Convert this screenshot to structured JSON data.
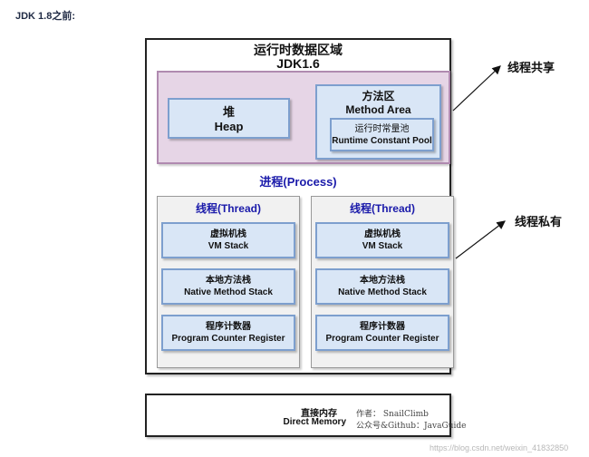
{
  "heading": "JDK 1.8之前:",
  "runtime_area": {
    "title": "运行时数据区域",
    "version": "JDK1.6"
  },
  "shared": {
    "heap": {
      "zh": "堆",
      "en": "Heap"
    },
    "method_area": {
      "zh": "方法区",
      "en": "Method Area"
    },
    "constant_pool": {
      "zh": "运行时常量池",
      "en": "Runtime Constant Pool"
    }
  },
  "process_label": "进程(Process)",
  "threads": [
    {
      "title": "线程(Thread)",
      "vm_stack": {
        "zh": "虚拟机栈",
        "en": "VM Stack"
      },
      "native_stack": {
        "zh": "本地方法栈",
        "en": "Native Method Stack"
      },
      "pc_register": {
        "zh": "程序计数器",
        "en": "Program Counter Register"
      }
    },
    {
      "title": "线程(Thread)",
      "vm_stack": {
        "zh": "虚拟机栈",
        "en": "VM Stack"
      },
      "native_stack": {
        "zh": "本地方法栈",
        "en": "Native Method Stack"
      },
      "pc_register": {
        "zh": "程序计数器",
        "en": "Program Counter Register"
      }
    }
  ],
  "direct_memory": {
    "zh": "直接内存",
    "en": "Direct Memory"
  },
  "author": {
    "line1": "作者： SnailClimb",
    "line2": "公众号&Github：JavaGuide"
  },
  "annotations": {
    "thread_shared": "线程共享",
    "thread_private": "线程私有"
  },
  "watermark": "https://blog.csdn.net/weixin_41832850",
  "colors": {
    "shared_fill": "#e6d5e6",
    "box_fill": "#d9e6f6",
    "thread_fill": "#f1f1f1",
    "title_blue": "#1a1aaa"
  }
}
